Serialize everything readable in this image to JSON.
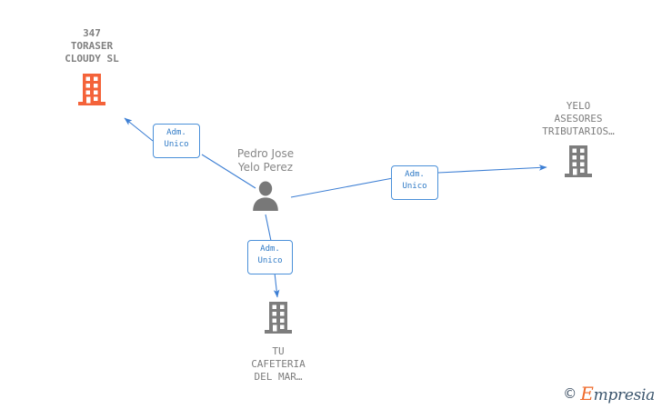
{
  "diagram": {
    "background_color": "#ffffff",
    "edge_color": "#3d7fd4",
    "badge_border_color": "#4a90d9",
    "badge_text_color": "#2f7ac6",
    "highlight_company_color": "#f4633a",
    "company_color": "#7d7d7d",
    "person_color": "#787878"
  },
  "nodes": {
    "center_person": {
      "name": "Pedro Jose\nYelo Perez",
      "icon": "person-icon"
    },
    "company_top_left": {
      "name": "347\nTORASER\nCLOUDY SL",
      "icon": "building-icon",
      "highlighted": true
    },
    "company_right": {
      "name": "YELO\nASESORES\nTRIBUTARIOS…",
      "icon": "building-icon",
      "highlighted": false
    },
    "company_bottom": {
      "name": "TU\nCAFETERIA\nDEL MAR…",
      "icon": "building-icon",
      "highlighted": false
    }
  },
  "edges": [
    {
      "id": "edge-to-toraser",
      "role_line1": "Adm.",
      "role_line2": "Unico"
    },
    {
      "id": "edge-to-yelo",
      "role_line1": "Adm.",
      "role_line2": "Unico"
    },
    {
      "id": "edge-to-cafeteria",
      "role_line1": "Adm.",
      "role_line2": "Unico"
    }
  ],
  "watermark": {
    "copyright": "©",
    "brand_cap": "E",
    "brand_rest": "mpresia"
  }
}
